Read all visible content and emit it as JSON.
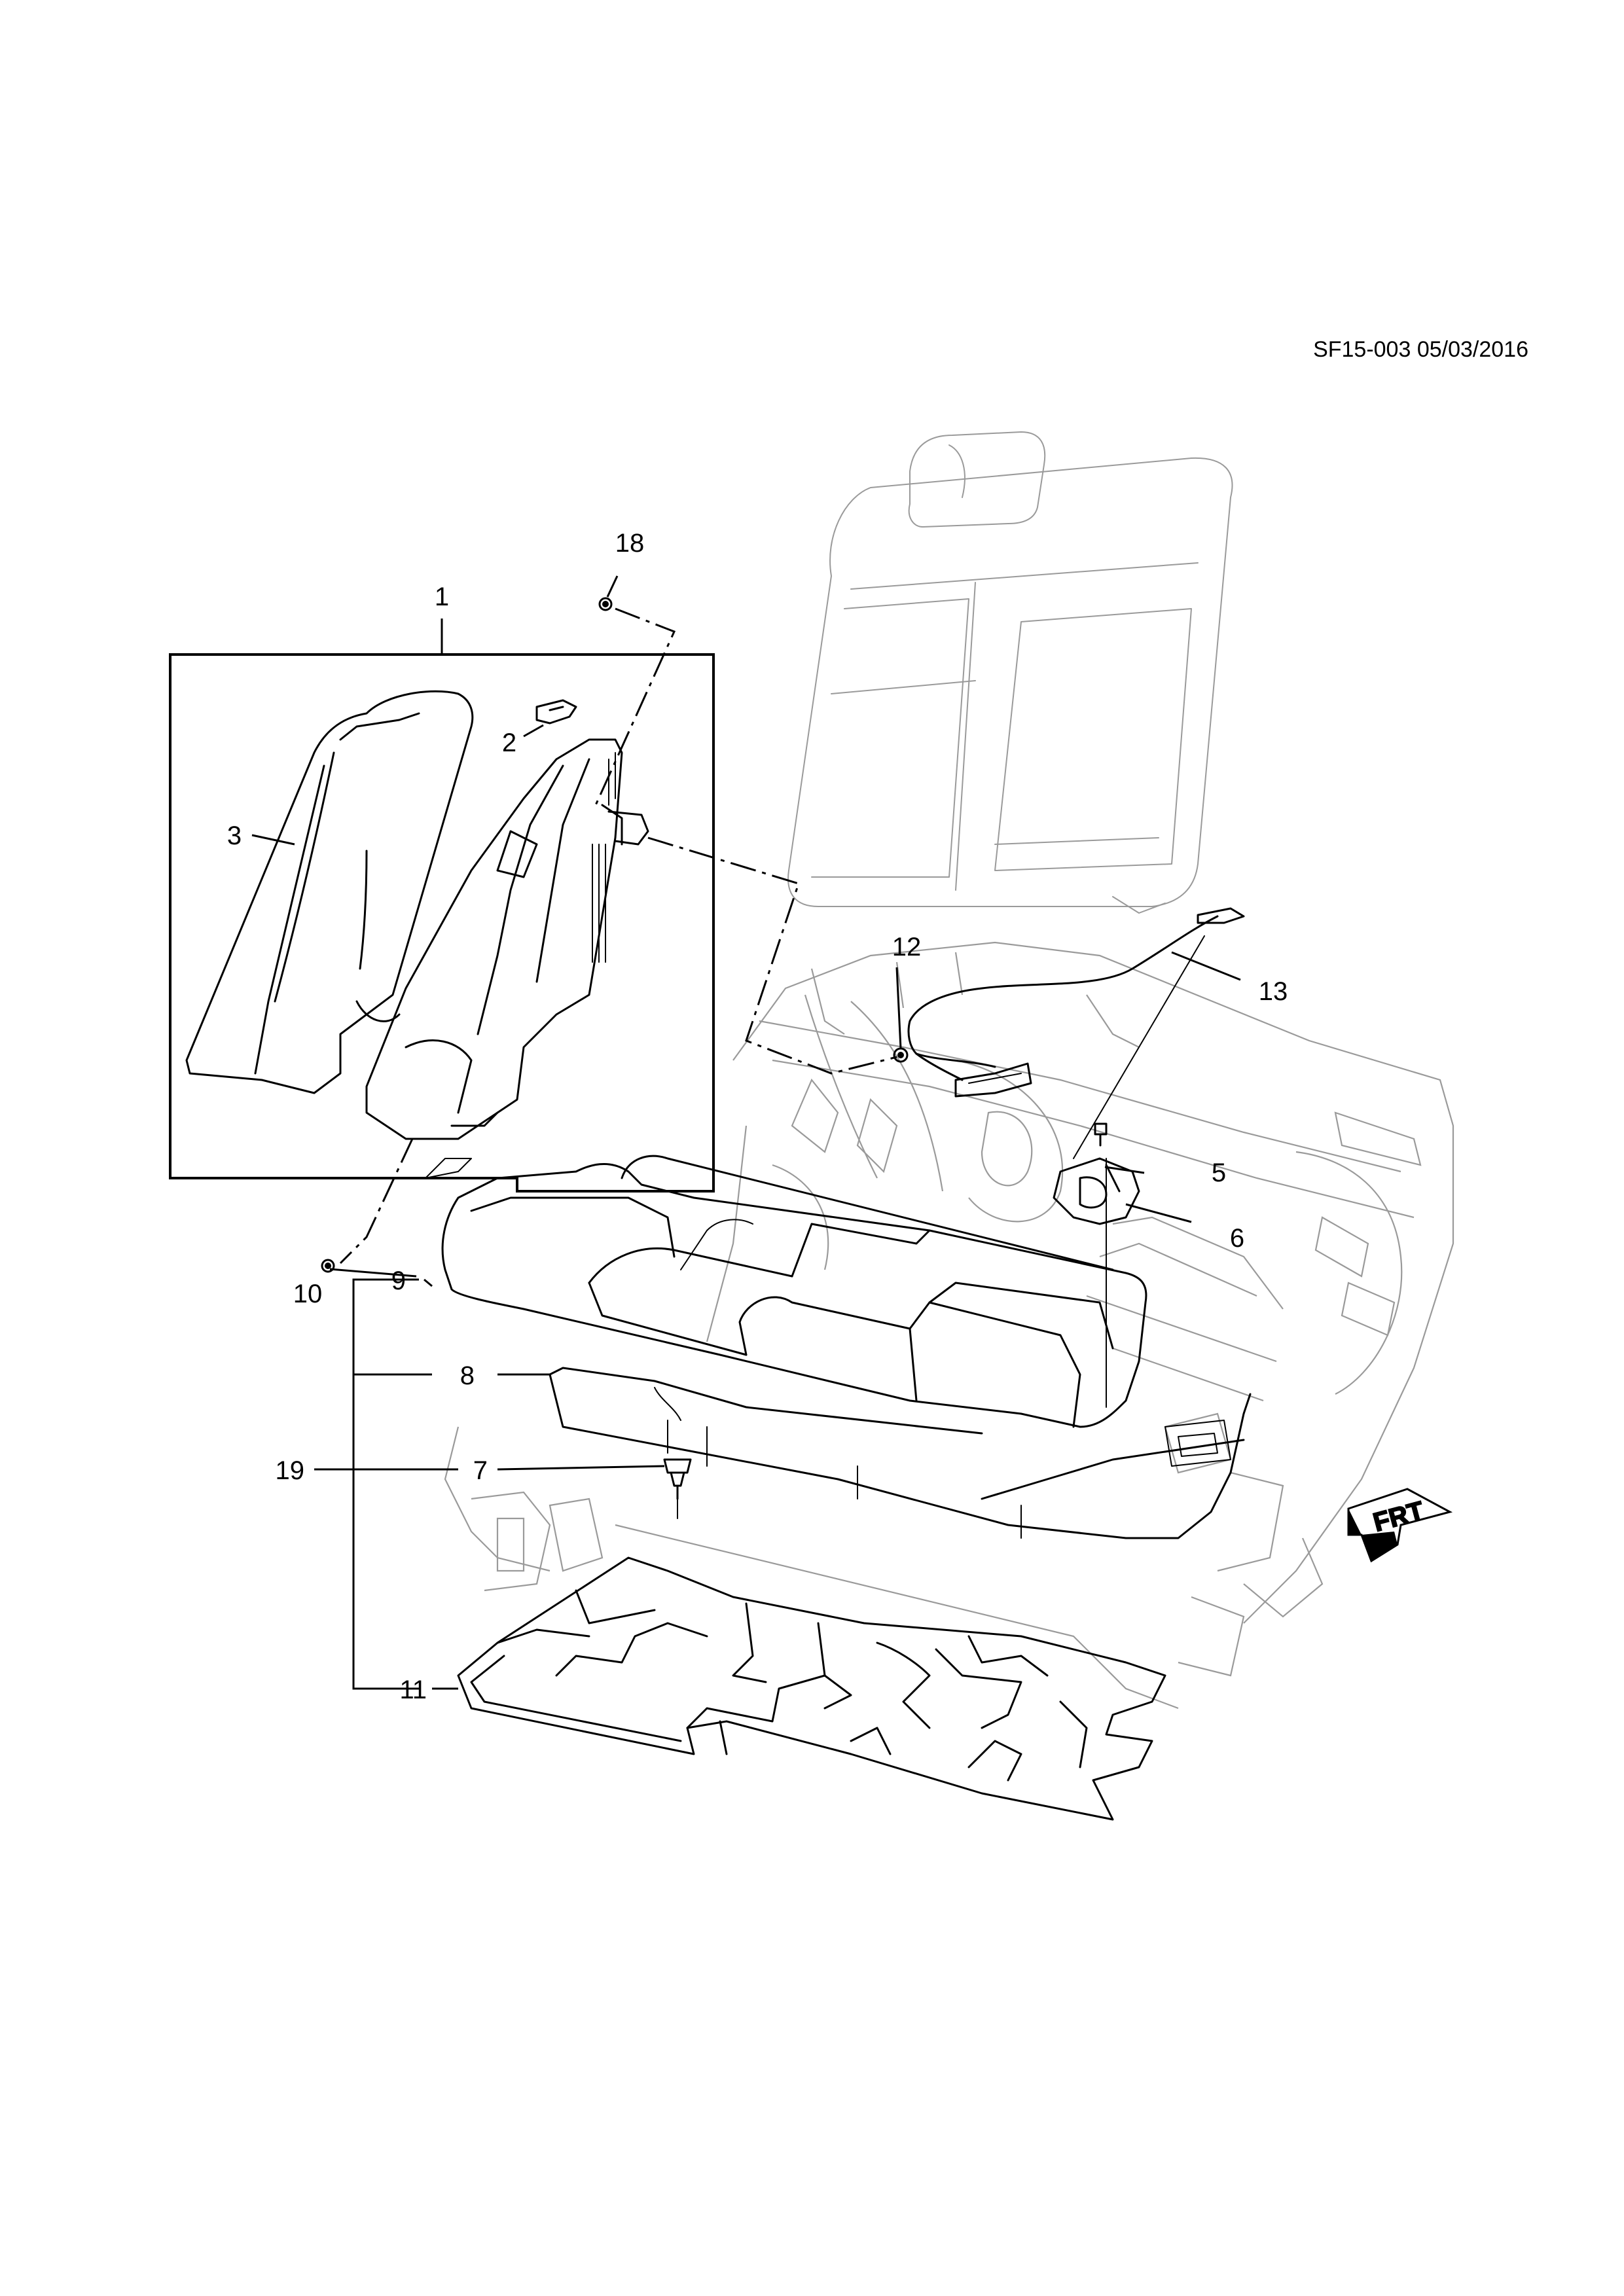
{
  "document": {
    "reference": "SF15-003 05/03/2016"
  },
  "callouts": [
    {
      "id": "c1",
      "label": "1"
    },
    {
      "id": "c2",
      "label": "2"
    },
    {
      "id": "c3",
      "label": "3"
    },
    {
      "id": "c5",
      "label": "5"
    },
    {
      "id": "c6",
      "label": "6"
    },
    {
      "id": "c7",
      "label": "7"
    },
    {
      "id": "c8",
      "label": "8"
    },
    {
      "id": "c9",
      "label": "9"
    },
    {
      "id": "c10",
      "label": "10"
    },
    {
      "id": "c11",
      "label": "11"
    },
    {
      "id": "c12",
      "label": "12"
    },
    {
      "id": "c13",
      "label": "13"
    },
    {
      "id": "c18",
      "label": "18"
    },
    {
      "id": "c19",
      "label": "19"
    }
  ],
  "direction_marker": {
    "label": "FRT",
    "icon": "front-arrow-icon"
  },
  "colors": {
    "line": "#000000",
    "ghost_line": "#9a9a9a",
    "background": "#ffffff"
  }
}
